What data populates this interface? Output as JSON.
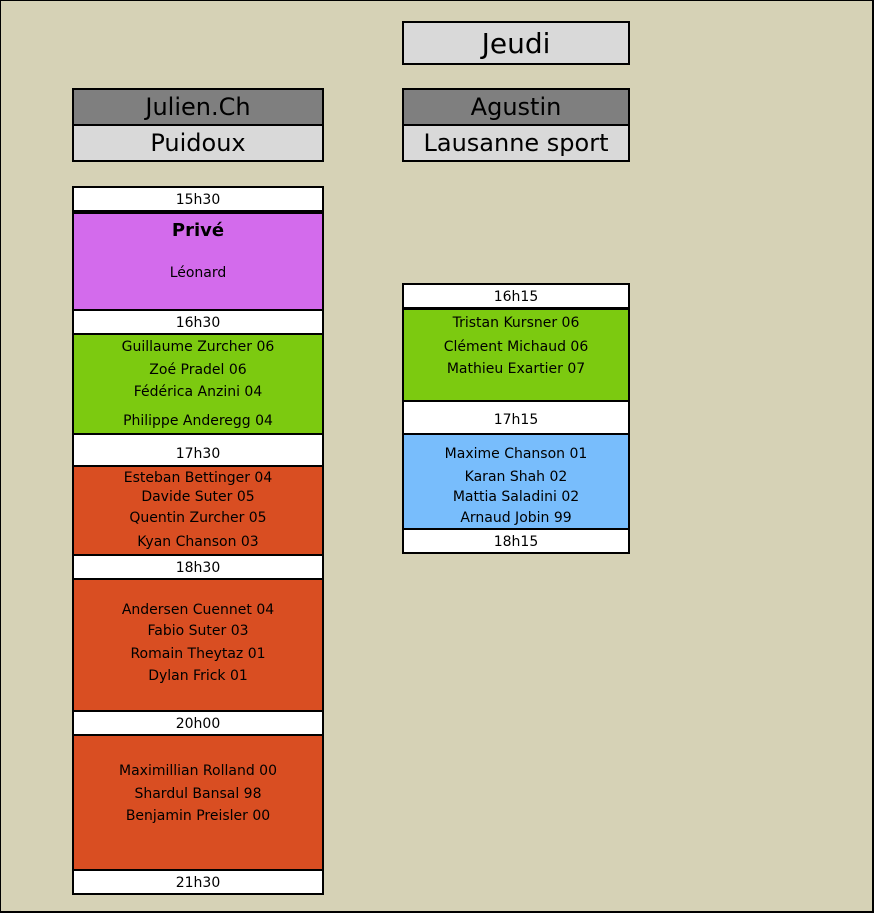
{
  "day": "Jeudi",
  "columns": [
    {
      "coach": "Julien.Ch",
      "place": "Puidoux",
      "times": [
        "15h30",
        "16h30",
        "17h30",
        "18h30",
        "20h00",
        "21h30"
      ],
      "blocks": [
        {
          "title": "Privé",
          "players": [
            "Léonard"
          ]
        },
        {
          "players": [
            "Guillaume Zurcher 06",
            "Zoé Pradel 06",
            "Fédérica Anzini 04",
            "Philippe Anderegg 04"
          ]
        },
        {
          "players": [
            "Esteban Bettinger 04",
            "Davide Suter 05",
            "Quentin Zurcher 05",
            "Kyan Chanson 03"
          ]
        },
        {
          "players": [
            "Andersen Cuennet 04",
            "Fabio Suter 03",
            "Romain Theytaz 01",
            "Dylan Frick 01"
          ]
        },
        {
          "players": [
            "Maximillian Rolland 00",
            "Shardul Bansal 98",
            "Benjamin Preisler 00"
          ]
        }
      ]
    },
    {
      "coach": "Agustin",
      "place": "Lausanne sport",
      "times": [
        "16h15",
        "17h15",
        "18h15"
      ],
      "blocks": [
        {
          "players": [
            "Tristan Kursner 06",
            "Clément Michaud 06",
            "Mathieu Exartier 07"
          ]
        },
        {
          "players": [
            "Maxime Chanson 01",
            "Karan Shah 02",
            "Mattia Saladini 02",
            "Arnaud Jobin 99"
          ]
        }
      ]
    }
  ],
  "colors": {
    "background": "#d6d2b6",
    "header_dark": "#7f7f7f",
    "header_light": "#d9d9d9",
    "prive": "#d36bec",
    "green": "#7cca10",
    "orange": "#d94e22",
    "blue": "#78bdfc"
  }
}
